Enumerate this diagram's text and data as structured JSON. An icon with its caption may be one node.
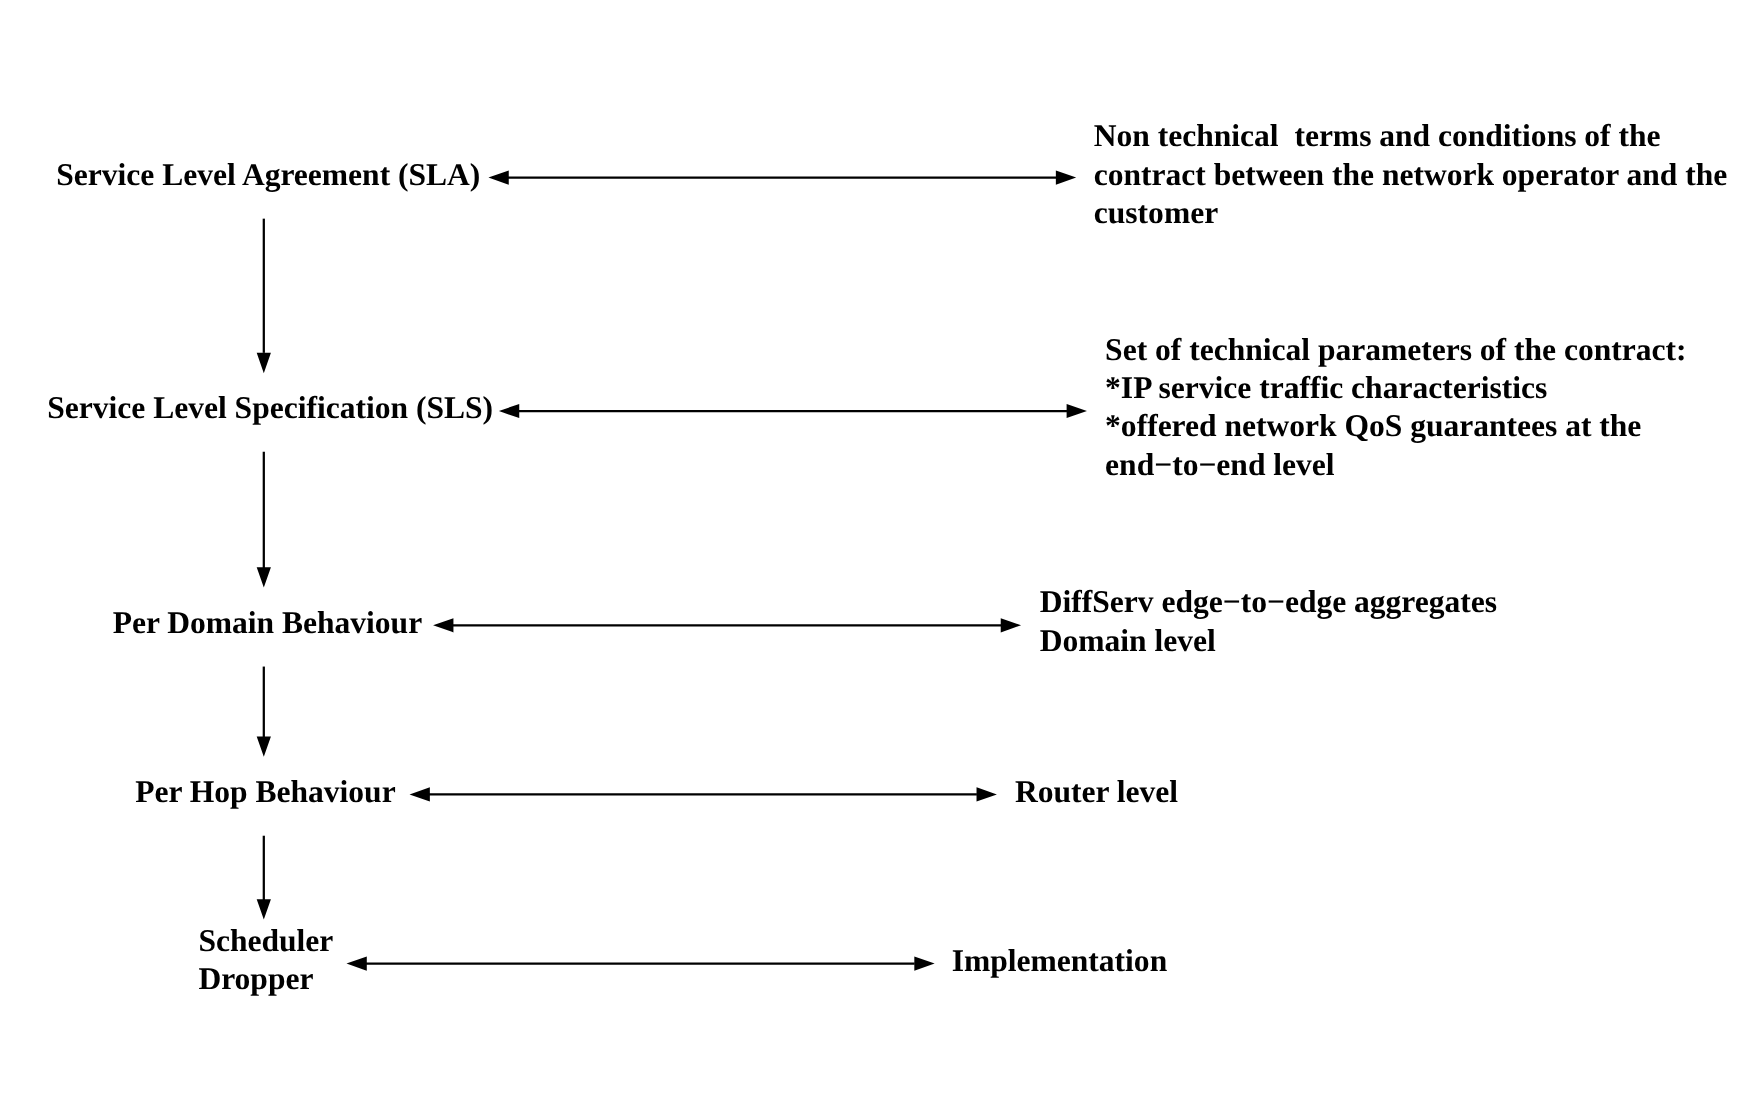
{
  "diagram": {
    "nodes": [
      {
        "text": [
          "Service Level Agreement (SLA)"
        ]
      },
      {
        "text": [
          "Service Level Specification (SLS)"
        ]
      },
      {
        "text": [
          "Per Domain Behaviour"
        ]
      },
      {
        "text": [
          "Per Hop Behaviour"
        ]
      },
      {
        "text": [
          "Scheduler",
          "Dropper"
        ]
      },
      {
        "text": [
          "Non technical  terms and conditions of the contract between the network operator and the customer"
        ]
      },
      {
        "text": [
          "Set of technical parameters of the contract:",
          "*IP service traffic characteristics",
          "*offered network QoS guarantees at the end−to−end level"
        ]
      },
      {
        "text": [
          "DiffServ edge−to−edge aggregates",
          "Domain level"
        ]
      },
      {
        "text": [
          "Router level"
        ]
      },
      {
        "text": [
          "Implementation"
        ]
      }
    ],
    "edges": [
      {
        "from": 0,
        "to": 1,
        "arrow": "to"
      },
      {
        "from": 1,
        "to": 2,
        "arrow": "to"
      },
      {
        "from": 2,
        "to": 3,
        "arrow": "to"
      },
      {
        "from": 3,
        "to": 4,
        "arrow": "to"
      },
      {
        "from": 0,
        "to": 5,
        "arrow": "both"
      },
      {
        "from": 1,
        "to": 6,
        "arrow": "both"
      },
      {
        "from": 2,
        "to": 7,
        "arrow": "both"
      },
      {
        "from": 3,
        "to": 8,
        "arrow": "both"
      },
      {
        "from": 4,
        "to": 9,
        "arrow": "both"
      }
    ]
  }
}
